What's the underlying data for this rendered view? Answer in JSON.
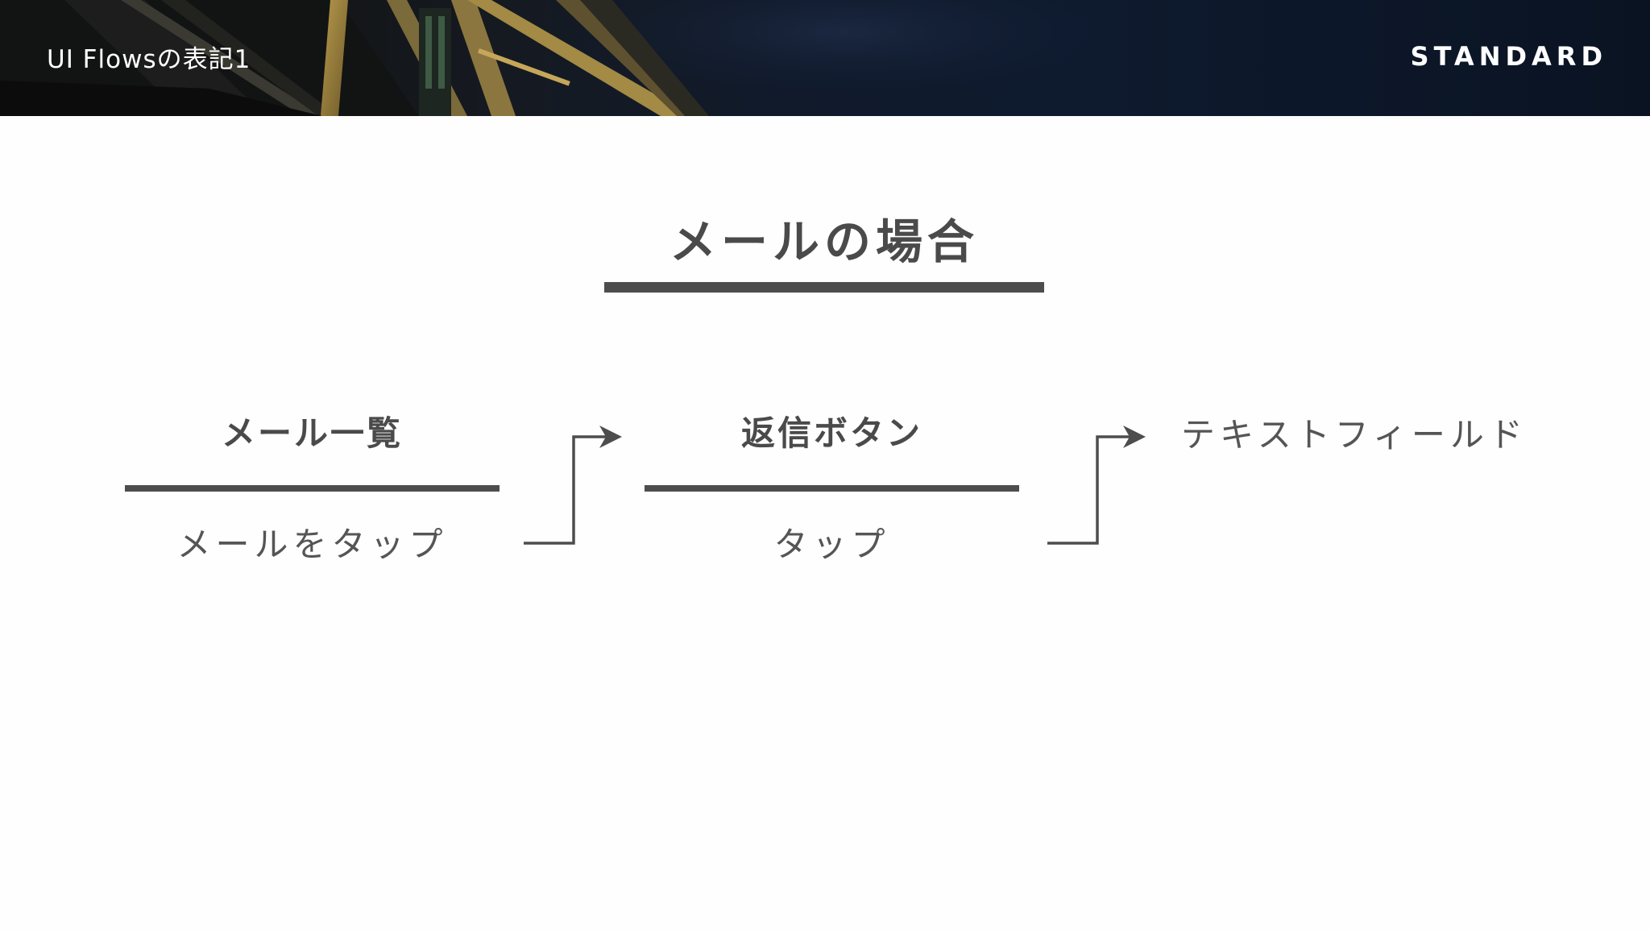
{
  "header": {
    "title": "UI Flowsの表記1",
    "brand": "STANDARD"
  },
  "slide": {
    "title": "メールの場合"
  },
  "flow": {
    "steps": [
      {
        "screen": "メール一覧",
        "action": "メールをタップ"
      },
      {
        "screen": "返信ボタン",
        "action": "タップ"
      }
    ],
    "end": "テキストフィールド"
  },
  "colors": {
    "text": "#4a4a4a",
    "rule": "#4d4d4d",
    "header_bg": "#0e1a2e",
    "header_text": "#ffffff"
  },
  "icons": [
    "flow-arrow-icon",
    "flow-arrow-icon"
  ]
}
